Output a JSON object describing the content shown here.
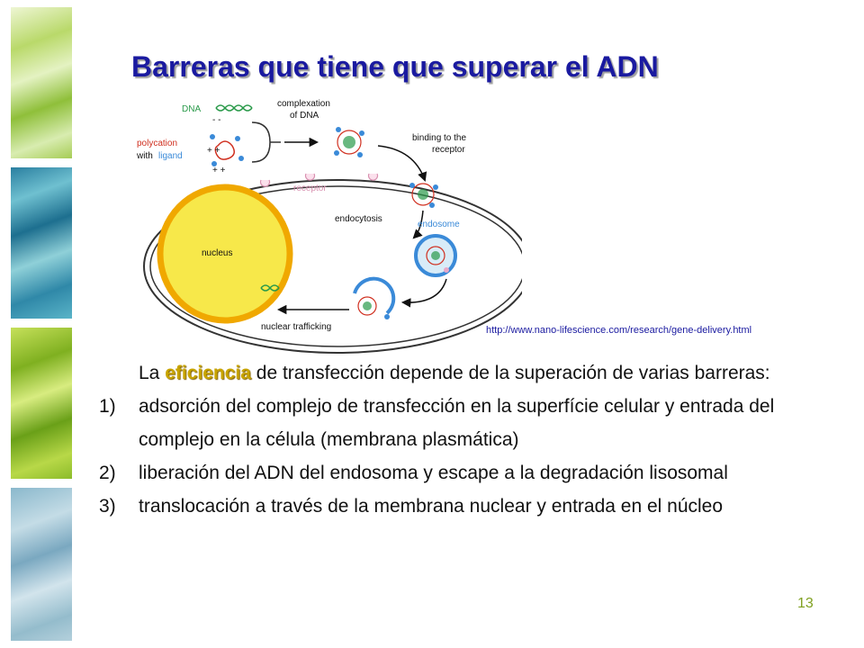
{
  "title": "Barreras que tiene que superar el ADN",
  "diagram": {
    "labels": {
      "dna": "DNA",
      "complexation": [
        "complexation",
        "of DNA"
      ],
      "polycation": "polycation",
      "with_ligand": [
        "with",
        "ligand"
      ],
      "binding": [
        "binding to the",
        "receptor"
      ],
      "receptor": "receptor",
      "endocytosis": "endocytosis",
      "endosome": "endosome",
      "nucleus": "nucleus",
      "nuclear_trafficking": "nuclear trafficking"
    },
    "colors": {
      "title": "#1a1aa0",
      "nucleus": "#f7e84a",
      "nucleus_ring": "#f0a800",
      "dna": "#2a9a4a",
      "polycation": "#d03020",
      "ligand": "#3a8ad8",
      "receptor": "#e8a8c8",
      "endosome": "#3a8ad8"
    }
  },
  "source_url": "http://www.nano-lifescience.com/research/gene-delivery.html",
  "body": {
    "intro_before": "La ",
    "intro_highlight": "eficiencia",
    "intro_after": " de transfección depende de la superación de varias barreras:",
    "items": [
      {
        "num": "1)",
        "text": "adsorción del complejo de transfección en la superfície celular y entrada del complejo en la célula (membrana plasmática)"
      },
      {
        "num": "2)",
        "text": "liberación del ADN del endosoma y escape a la degradación lisosomal"
      },
      {
        "num": "3)",
        "text": "translocación a través de la membrana nuclear y entrada en el núcleo"
      }
    ]
  },
  "page_number": "13"
}
